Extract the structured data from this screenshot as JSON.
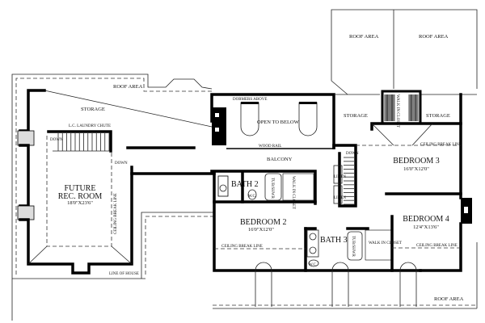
{
  "plan": {
    "rooms": {
      "future_rec_room": {
        "name_line1": "FUTURE",
        "name_line2": "REC. ROOM",
        "dims": "18'0\"X23'6\""
      },
      "open_to_below": "OPEN TO BELOW",
      "dormers_above": "DORMERS ABOVE",
      "wood_rail": "WOOD RAIL",
      "balcony": "BALCONY",
      "bath2": "BATH 2",
      "bath3": "BATH 3",
      "bedroom2": {
        "name": "BEDROOM 2",
        "dims": "16'0\"X12'0\""
      },
      "bedroom3": {
        "name": "BEDROOM 3",
        "dims": "16'0\"X12'0\""
      },
      "bedroom4": {
        "name": "BEDROOM 4",
        "dims": "12'4\"X13'6\""
      },
      "storage_left": "STORAGE",
      "storage_mid": "STORAGE",
      "storage_right": "STORAGE"
    },
    "labels": {
      "roof_area_left": "ROOF AREA",
      "roof_area_top1": "ROOF AREA",
      "roof_area_top2": "ROOF AREA",
      "roof_area_bottom": "ROOF AREA",
      "laundry_chute": "L.C. LAUNDRY CHUTE",
      "down_stair1": "DOWN",
      "down_stair2": "DOWN",
      "down_stair3": "DOWN",
      "ceiling_break_line_rec": "CEILING BREAK LINE",
      "ceiling_break_line_b2": "CEILING BREAK LINE",
      "ceiling_break_line_b3": "CEILING BREAK LINE",
      "ceiling_break_line_b4": "CEILING BREAK LINE",
      "line_of_house": "LINE OF HOUSE",
      "linen1": "LINEN",
      "linen2": "LINEN",
      "walk_in_closet_b2": "WALK IN CLOSET",
      "walk_in_closet_b3": "WALK IN CLOSET",
      "walk_in_closet_b4": "WALK IN CLOSET",
      "tub_shower_b2": "TUB/SHWR",
      "tub_shower_b3": "TUB/SHWR",
      "wc_b2": "W.C.",
      "wc_b3": "W.C."
    }
  }
}
